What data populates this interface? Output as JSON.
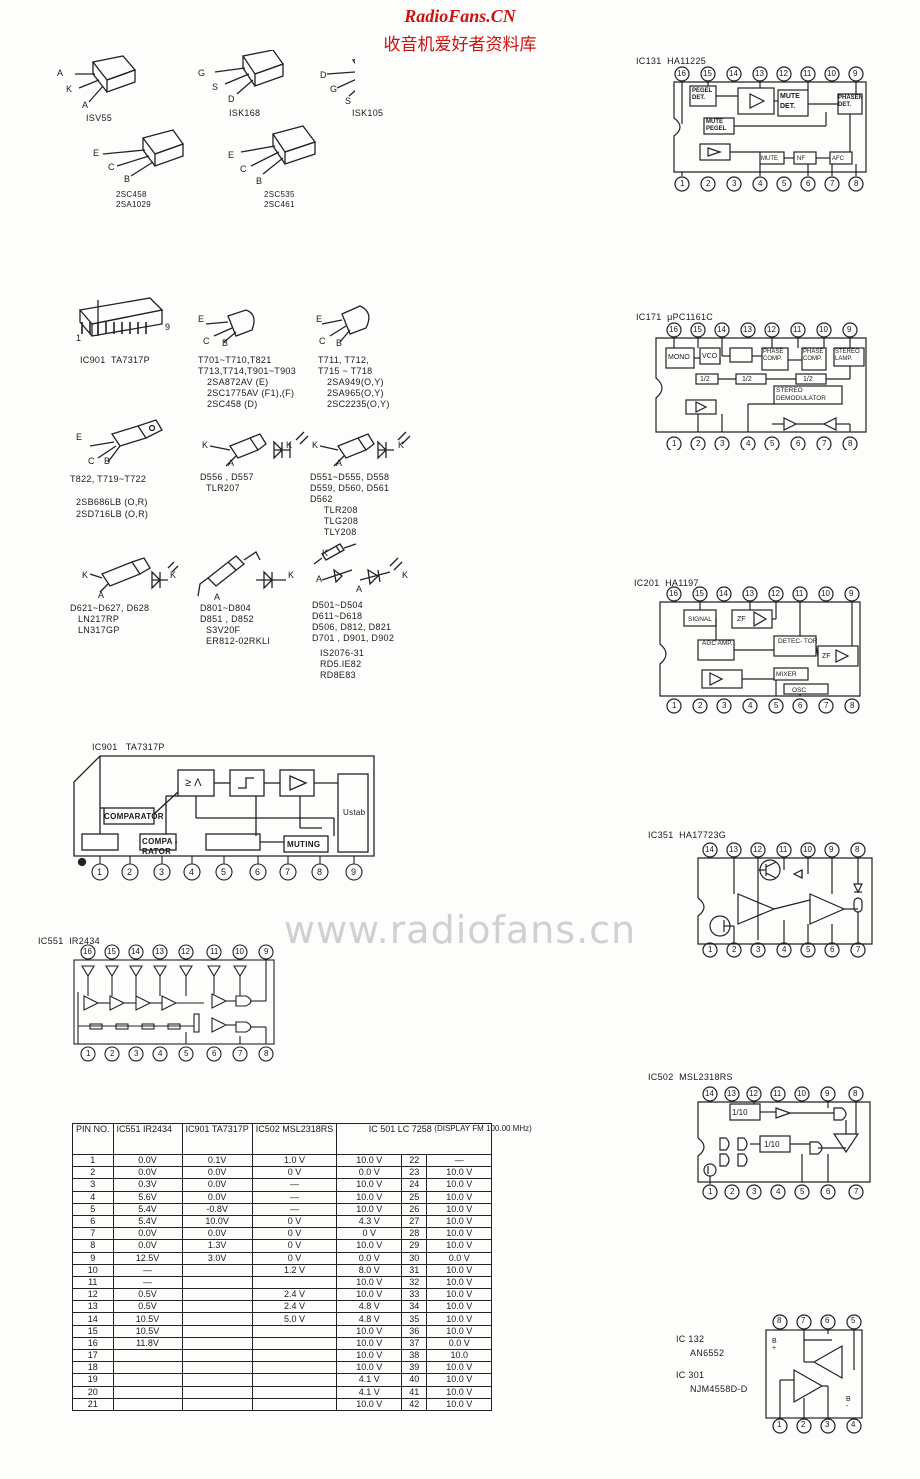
{
  "header": {
    "site": "RadioFans.CN",
    "subtitle": "收音机爱好者资料库"
  },
  "watermark": "www.radiofans.cn",
  "transistors": {
    "isv55": {
      "pins": [
        "A",
        "K",
        "A"
      ],
      "name": "ISV55"
    },
    "isk168": {
      "pins": [
        "G",
        "S",
        "D"
      ],
      "name": "ISK168"
    },
    "isk105": {
      "pins": [
        "D",
        "G",
        "S"
      ],
      "name": "ISK105"
    },
    "t2sc458": {
      "pins": [
        "E",
        "C",
        "B"
      ],
      "names": [
        "2SC458",
        "2SA1029"
      ]
    },
    "t2sc535": {
      "pins": [
        "E",
        "C",
        "B"
      ],
      "names": [
        "2SC535",
        "2SC461"
      ]
    }
  },
  "parts": {
    "ic901_pkg": {
      "pin_first": "1",
      "pin_last": "9",
      "name": "IC901  TA7317P"
    },
    "t701": {
      "pins": [
        "E",
        "C",
        "B"
      ],
      "lines": [
        "T701~T710,T821",
        "T713,T714,T901~T903",
        "2SA872AV (E)",
        "2SC1775AV (F1),(F)",
        "2SC458 (D)"
      ]
    },
    "t711": {
      "pins": [
        "E",
        "C",
        "B"
      ],
      "lines": [
        "T711, T712,",
        "T715 ~ T718",
        "2SA949(O,Y)",
        "2SA965(O,Y)",
        "2SC2235(O,Y)"
      ]
    },
    "t822": {
      "pins": [
        "E",
        "C",
        "B"
      ],
      "lines": [
        "T822, T719~T722",
        "",
        "2SB686LB (O,R)",
        "2SD716LB (O,R)"
      ]
    },
    "d556": {
      "pins": [
        "K",
        "A",
        "K"
      ],
      "lines": [
        "D556 , D557",
        "TLR207"
      ]
    },
    "d551": {
      "pins": [
        "K",
        "A",
        "K"
      ],
      "lines": [
        "D551~D555, D558",
        "D559, D560, D561",
        "D562",
        "     TLR208",
        "     TLG208",
        "     TLY208"
      ]
    },
    "d621": {
      "pins": [
        "K",
        "A",
        "K"
      ],
      "lines": [
        "D621~D627, D628",
        "LN217RP",
        "LN317GP"
      ]
    },
    "d801": {
      "pins": [
        "A",
        "K"
      ],
      "lines": [
        "D801~D804",
        "D851 , D852",
        "S3V20F",
        "ER812-02RKLI"
      ]
    },
    "d501": {
      "pins": [
        "K",
        "A",
        "K",
        "A"
      ],
      "lines": [
        "D501~D504",
        "D611~D618",
        "D506, D812, D821",
        "D701 , D901, D902",
        "IS2076-31",
        "RD5.IE82",
        "RD8E83"
      ]
    }
  },
  "ic901_block": {
    "title": "IC901   TA7317P",
    "blocks": [
      "COMPARATOR",
      "COMPA -RATOR",
      "MUTING",
      "Ustab",
      "≥ Λ"
    ],
    "pins": [
      "1",
      "2",
      "3",
      "4",
      "5",
      "6",
      "7",
      "8",
      "9"
    ]
  },
  "ic551_block": {
    "title": "IC551  IR2434",
    "pins_top": [
      "16",
      "15",
      "14",
      "13",
      "12",
      "11",
      "10",
      "9"
    ],
    "pins_bottom": [
      "1",
      "2",
      "3",
      "4",
      "5",
      "6",
      "7",
      "8"
    ]
  },
  "ic131": {
    "title": "IC131  HA11225",
    "blocks": [
      "PEGEL DET.",
      "MUTE PEGEL",
      "MUTE DET.",
      "PHASEN DET.",
      "MUTE",
      "NF",
      "AFC"
    ],
    "pins_top": [
      "16",
      "15",
      "14",
      "13",
      "12",
      "11",
      "10",
      "9"
    ],
    "pins_bottom": [
      "1",
      "2",
      "3",
      "4",
      "5",
      "6",
      "7",
      "8"
    ]
  },
  "ic171": {
    "title": "IC171  μPC1161C",
    "blocks": [
      "MONO",
      "VCO",
      "PHASE COMP.",
      "PHASE COMP.",
      "STEREO LAMP.",
      "1/2",
      "1/2",
      "1/2",
      "STEREO DEMODULATOR"
    ],
    "pins_top": [
      "16",
      "15",
      "14",
      "13",
      "12",
      "11",
      "10",
      "9"
    ],
    "pins_bottom": [
      "1",
      "2",
      "3",
      "4",
      "5",
      "6",
      "7",
      "8"
    ]
  },
  "ic201": {
    "title": "IC201  HA1197",
    "blocks": [
      "SIGNAL",
      "ZF",
      "AGC AMP.",
      "DETEC- TOR",
      "ZF",
      "MIXER",
      "OSC"
    ],
    "pins_top": [
      "16",
      "15",
      "14",
      "13",
      "12",
      "11",
      "10",
      "9"
    ],
    "pins_bottom": [
      "1",
      "2",
      "3",
      "4",
      "5",
      "6",
      "7",
      "8"
    ]
  },
  "ic351": {
    "title": "IC351  HA17723G",
    "pins_top": [
      "14",
      "13",
      "12",
      "11",
      "10",
      "9",
      "8"
    ],
    "pins_bottom": [
      "1",
      "2",
      "3",
      "4",
      "5",
      "6",
      "7"
    ]
  },
  "ic502": {
    "title": "IC502  MSL2318RS",
    "blocks": [
      "1/10",
      "1/10"
    ],
    "pins_top": [
      "14",
      "13",
      "12",
      "11",
      "10",
      "9",
      "8"
    ],
    "pins_bottom": [
      "1",
      "2",
      "3",
      "4",
      "5",
      "6",
      "7"
    ]
  },
  "ic132": {
    "labels": [
      "IC 132",
      "AN6552",
      "IC 301",
      "NJM4558D-D"
    ],
    "pins_top": [
      "8",
      "7",
      "6",
      "5"
    ],
    "pins_bottom": [
      "1",
      "2",
      "3",
      "4"
    ],
    "side_top": "B +",
    "side_bottom": "B -"
  },
  "table": {
    "headers": {
      "pin": "PIN NO.",
      "ic551": "IC551 IR2434",
      "ic901": "IC901 TA7317P",
      "ic502": "IC502 MSL2318RS",
      "ic501": "IC 501  LC 7258",
      "display": "(DISPLAY FM 100.00 MHz)"
    },
    "rows": [
      [
        "1",
        "0.0V",
        "0.1V",
        "1.0 V",
        "10.0 V",
        "22",
        "—"
      ],
      [
        "2",
        "0.0V",
        "0.0V",
        "0 V",
        "0.0 V",
        "23",
        "10.0 V"
      ],
      [
        "3",
        "0.3V",
        "0.0V",
        "—",
        "10.0 V",
        "24",
        "10.0 V"
      ],
      [
        "4",
        "5.6V",
        "0.0V",
        "—",
        "10.0 V",
        "25",
        "10.0 V"
      ],
      [
        "5",
        "5.4V",
        "-0.8V",
        "—",
        "10.0 V",
        "26",
        "10.0 V"
      ],
      [
        "6",
        "5.4V",
        "10.0V",
        "0 V",
        "4.3 V",
        "27",
        "10.0 V"
      ],
      [
        "7",
        "0.0V",
        "0.0V",
        "0 V",
        "0 V",
        "28",
        "10.0 V"
      ],
      [
        "8",
        "0.0V",
        "1.3V",
        "0 V",
        "10.0 V",
        "29",
        "10.0 V"
      ],
      [
        "9",
        "12.5V",
        "3.0V",
        "0 V",
        "0.0 V",
        "30",
        "0.0 V"
      ],
      [
        "10",
        "—",
        "",
        "1.2 V",
        "8.0 V",
        "31",
        "10.0 V"
      ],
      [
        "11",
        "—",
        "",
        "",
        "10.0 V",
        "32",
        "10.0 V"
      ],
      [
        "12",
        "0.5V",
        "",
        "2.4 V",
        "10.0 V",
        "33",
        "10.0 V"
      ],
      [
        "13",
        "0.5V",
        "",
        "2.4 V",
        "4.8 V",
        "34",
        "10.0 V"
      ],
      [
        "14",
        "10.5V",
        "",
        "5.0 V",
        "4.8 V",
        "35",
        "10.0 V"
      ],
      [
        "15",
        "10.5V",
        "",
        "",
        "10.0 V",
        "36",
        "10.0 V"
      ],
      [
        "16",
        "11.8V",
        "",
        "",
        "10.0 V",
        "37",
        "0.0 V"
      ],
      [
        "17",
        "",
        "",
        "",
        "10.0 V",
        "38",
        "10.0"
      ],
      [
        "18",
        "",
        "",
        "",
        "10.0 V",
        "39",
        "10.0 V"
      ],
      [
        "19",
        "",
        "",
        "",
        "4.1 V",
        "40",
        "10.0 V"
      ],
      [
        "20",
        "",
        "",
        "",
        "4.1 V",
        "41",
        "10.0 V"
      ],
      [
        "21",
        "",
        "",
        "",
        "10.0 V",
        "42",
        "10.0 V"
      ]
    ]
  }
}
